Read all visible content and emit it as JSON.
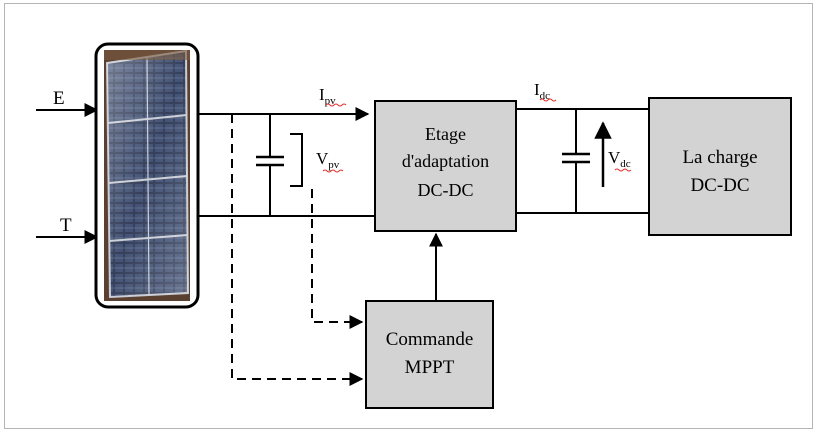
{
  "inputs": {
    "e_label": "E",
    "t_label": "T"
  },
  "signals": {
    "ipv_main": "I",
    "ipv_sub": "pv",
    "vpv_main": "V",
    "vpv_sub": "pv",
    "idc_main": "I",
    "idc_sub": "dc",
    "vdc_main": "V",
    "vdc_sub": "dc"
  },
  "blocks": {
    "adaptation_line1": "Etage",
    "adaptation_line2": "d'adaptation",
    "adaptation_line3": "DC-DC",
    "charge_line1": "La charge",
    "charge_line2": "DC-DC",
    "mppt_line1": "Commande",
    "mppt_line2": "MPPT"
  },
  "colors": {
    "block_fill": "#d3d3d3",
    "line": "#000000",
    "frame": "#b5b5b5",
    "squiggle": "#e0302a"
  }
}
